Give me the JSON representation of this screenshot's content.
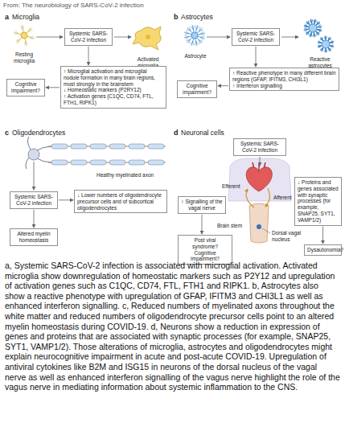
{
  "diagram": {
    "title": "From: The neurobiology of SARS-CoV-2 infection",
    "caption": "a, Systemic SARS-CoV-2 infection is associated with microglial activation. Activated microglia show downregulation of homeostatic markers such as P2Y12 and upregulation of activation genes such as C1QC, CD74, FTL, FTH1 and RIPK1. b, Astrocytes also show a reactive phenotype with upregulation of GFAP, IFITM3 and CHI3L1 as well as enhanced interferon signalling. c, Reduced numbers of myelinated axons throughout the white matter and reduced numbers of oligodendrocyte precursor cells point to an altered myelin homeostasis during COVID-19. d, Neurons show a reduction in expression of genes and proteins that are associated with synaptic processes (for example, SNAP25, SYT1, VAMP1/2). Those alterations of microglia, astrocytes and oligodendrocytes might explain neurocognitive impairment in acute and post-acute COVID-19. Upregulation of antiviral cytokines like B2M and ISG15 in neurons of the dorsal nucleus of the vagal nerve as well as enhanced interferon signalling of the vagus nerve highlight the role of the vagus nerve in mediating information about systemic inflammation to the CNS.",
    "nodes": [
      {
        "text": [
          "Systemic SARS-CoV-2 infection"
        ]
      },
      {
        "text": [
          "Cognitive impairment?"
        ]
      },
      {
        "text": [
          "↑ Microglial activation and microglial nodule formation in many brain regions, most strongly in the brainstem",
          "↓ Homeostatic markers (P2RY12)",
          "↑ Activation genes (C1QC, CD74, FTL, FTH1, RIPK1)"
        ]
      },
      {
        "text": [
          "Systemic SARS-CoV-2 infection"
        ]
      },
      {
        "text": [
          "Cognitive impairment?"
        ]
      },
      {
        "text": [
          "↑ Reactive phenotype in many different brain regions (GFAP, IFITM3, CHI3L1)",
          "↑ Interferon signalling"
        ]
      },
      {
        "text": [
          "Systemic SARS-CoV-2 infection"
        ]
      },
      {
        "text": [
          "Altered myelin homeostasis"
        ]
      },
      {
        "text": [
          "↓ Lower numbers of oligodendrocyte precursor cells and of subcortical oligodendrocytes"
        ]
      },
      {
        "text": [
          "Systemic SARS-CoV-2 infection"
        ]
      },
      {
        "text": [
          "↑ Signalling of the vagal nerve"
        ]
      },
      {
        "text": [
          "↓ Proteins and genes associated with synaptic processes (for example, SNAP25, SYT1, VAMP1/2)"
        ]
      },
      {
        "text": [
          "Post viral syndrome? Cognitive impairment?"
        ]
      },
      {
        "text": [
          "Dysautonomia?"
        ]
      }
    ],
    "edges": [
      {
        "from": 0,
        "to": 2,
        "arrow": "to"
      },
      {
        "from": 2,
        "to": 1,
        "arrow": "to"
      },
      {
        "from": 3,
        "to": 5,
        "arrow": "to"
      },
      {
        "from": 5,
        "to": 4,
        "arrow": "to"
      },
      {
        "from": 6,
        "to": 8,
        "arrow": "to"
      },
      {
        "from": 6,
        "to": 7,
        "arrow": "to"
      },
      {
        "from": 10,
        "to": 12,
        "arrow": "to"
      },
      {
        "from": 11,
        "to": 13,
        "arrow": "to"
      }
    ],
    "labels": [
      "a",
      "Microglia",
      "Resting microglia",
      "Activated microglia",
      "b",
      "Astrocytes",
      "Astrocyte",
      "Reactive astrocytes",
      "c",
      "Oligodendrocytes",
      "Healthy myelinated axon",
      "d",
      "Neuronal cells",
      "Efferent",
      "Afferent",
      "Brain stem",
      "Dorsal vagal nucleus"
    ]
  }
}
